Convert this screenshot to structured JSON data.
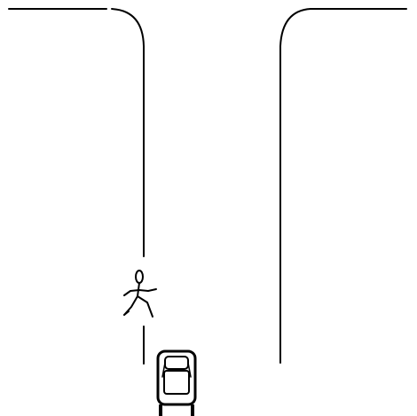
{
  "scene": {
    "background_color": "#ffffff",
    "line_color": "#000000",
    "elements": [
      "road-edge-left",
      "road-edge-right",
      "pedestrian-figure",
      "vehicle-top-view"
    ]
  }
}
